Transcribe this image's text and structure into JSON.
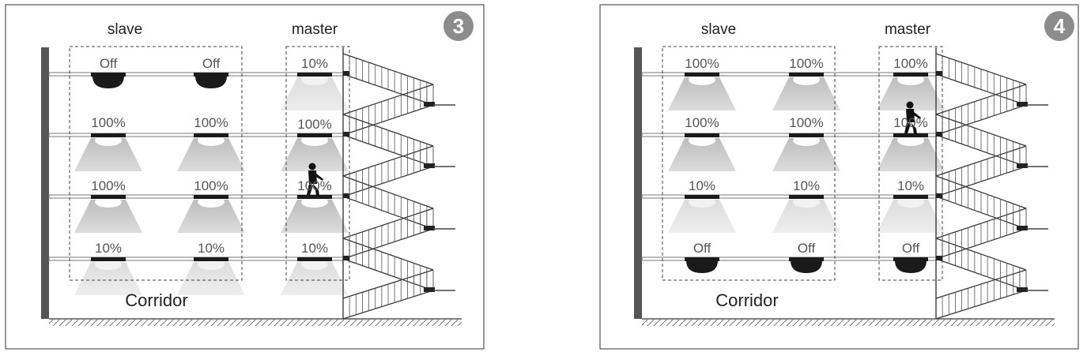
{
  "colors": {
    "frame": "#555555",
    "wall": "#555555",
    "floor_line": "#777777",
    "fixture": "#1a1a1a",
    "badge": "#8c8c8c",
    "dashed": "#444444"
  },
  "panels": [
    {
      "step": "3",
      "slave_label": "slave",
      "master_label": "master",
      "corridor_label": "Corridor",
      "person_floor": 2,
      "floors": [
        {
          "slave_left": "Off",
          "slave_right": "Off",
          "master": "10%",
          "levels": [
            0,
            0,
            0.1
          ]
        },
        {
          "slave_left": "100%",
          "slave_right": "100%",
          "master": "100%",
          "levels": [
            1,
            1,
            1
          ]
        },
        {
          "slave_left": "100%",
          "slave_right": "100%",
          "master": "100%",
          "levels": [
            1,
            1,
            1
          ]
        },
        {
          "slave_left": "10%",
          "slave_right": "10%",
          "master": "10%",
          "levels": [
            0.1,
            0.1,
            0.1
          ]
        }
      ]
    },
    {
      "step": "4",
      "slave_label": "slave",
      "master_label": "master",
      "corridor_label": "Corridor",
      "person_floor": 1,
      "floors": [
        {
          "slave_left": "100%",
          "slave_right": "100%",
          "master": "100%",
          "levels": [
            1,
            1,
            1
          ]
        },
        {
          "slave_left": "100%",
          "slave_right": "100%",
          "master": "100%",
          "levels": [
            1,
            1,
            1
          ]
        },
        {
          "slave_left": "10%",
          "slave_right": "10%",
          "master": "10%",
          "levels": [
            0.1,
            0.1,
            0.1
          ]
        },
        {
          "slave_left": "Off",
          "slave_right": "Off",
          "master": "Off",
          "levels": [
            0,
            0,
            0
          ]
        }
      ]
    }
  ]
}
